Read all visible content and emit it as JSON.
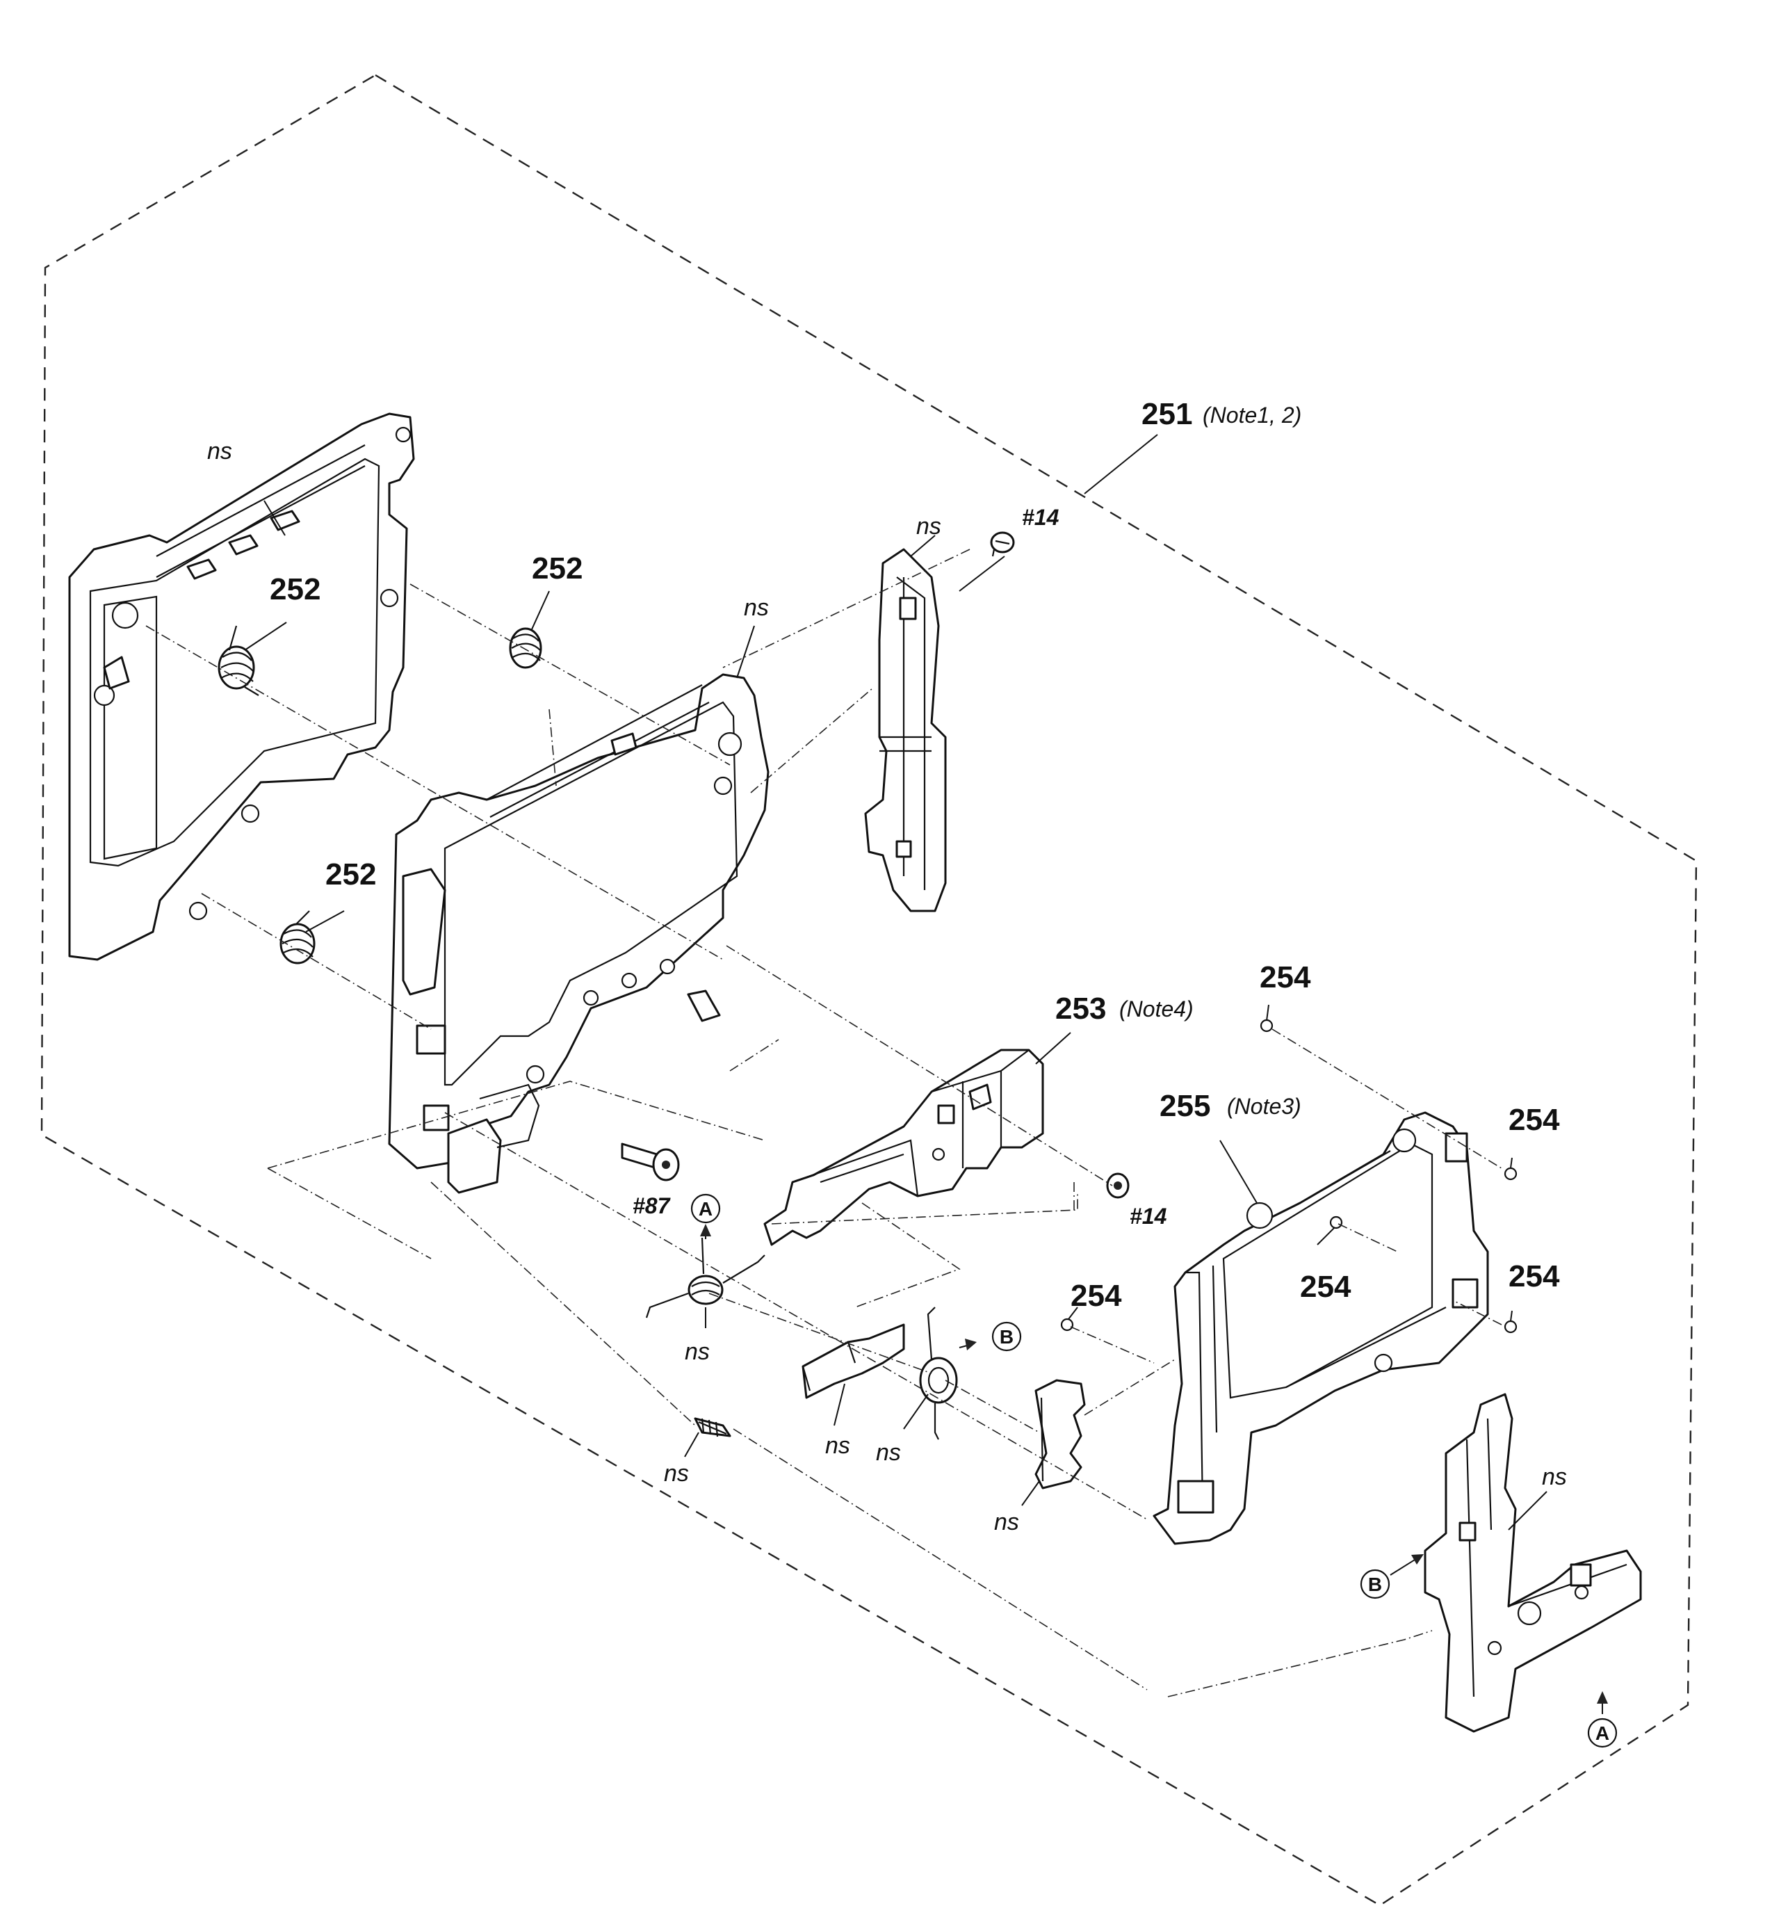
{
  "labels": {
    "assembly": {
      "num": "251",
      "note": "(Note1, 2)"
    },
    "spring_252_a": "252",
    "spring_252_b": "252",
    "spring_252_c": "252",
    "motor_253": {
      "num": "253",
      "note": "(Note4)"
    },
    "ball_254_top": "254",
    "ball_254_right_upper": "254",
    "ball_254_center": "254",
    "ball_254_right_lower": "254",
    "ball_254_left": "254",
    "frame_255": {
      "num": "255",
      "note": "(Note3)"
    },
    "screw_14_top": "#14",
    "screw_14_mid": "#14",
    "screw_87": "#87",
    "ns_labels": [
      "ns",
      "ns",
      "ns",
      "ns",
      "ns",
      "ns",
      "ns",
      "ns",
      "ns"
    ],
    "circle_a": "A",
    "circle_b": "B"
  }
}
